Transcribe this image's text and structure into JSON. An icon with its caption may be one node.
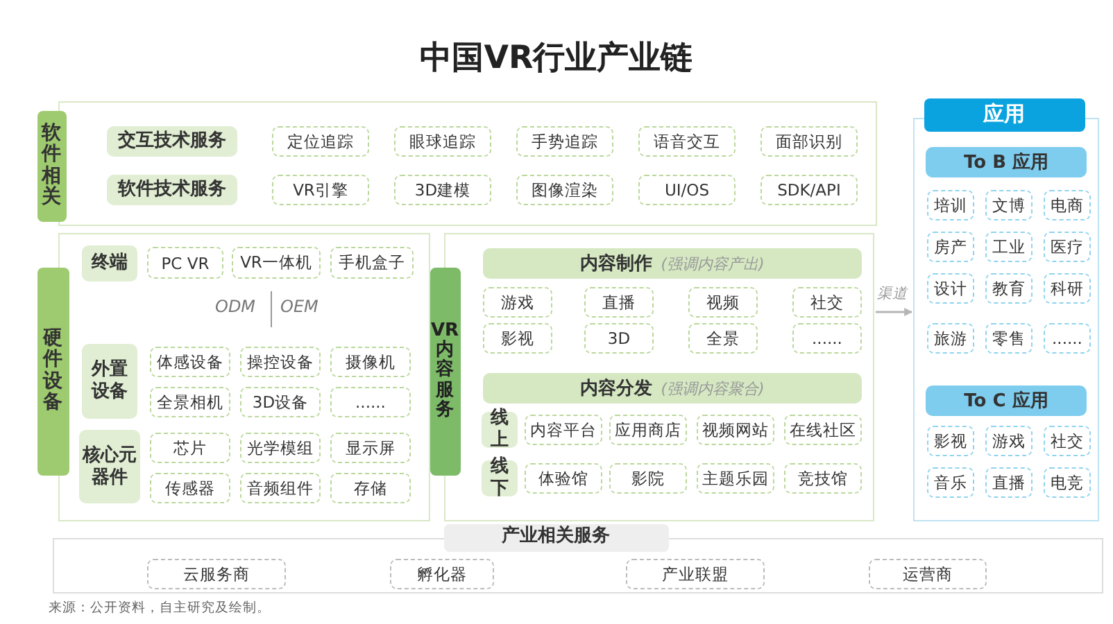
{
  "diagram": {
    "title": "中国VR行业产业链",
    "caption": "来源：公开资料，自主研究及绘制。",
    "nodes": [
      {
        "text": [
          "软件相关"
        ]
      },
      {
        "text": [
          "交互技术服务"
        ],
        "in": 0
      },
      {
        "text": [
          "定位追踪"
        ],
        "in": 0
      },
      {
        "text": [
          "眼球追踪"
        ],
        "in": 0
      },
      {
        "text": [
          "手势追踪"
        ],
        "in": 0
      },
      {
        "text": [
          "语音交互"
        ],
        "in": 0
      },
      {
        "text": [
          "面部识别"
        ],
        "in": 0
      },
      {
        "text": [
          "软件技术服务"
        ],
        "in": 0
      },
      {
        "text": [
          "VR引擎"
        ],
        "in": 0
      },
      {
        "text": [
          "3D建模"
        ],
        "in": 0
      },
      {
        "text": [
          "图像渲染"
        ],
        "in": 0
      },
      {
        "text": [
          "UI/OS"
        ],
        "in": 0
      },
      {
        "text": [
          "SDK/API"
        ],
        "in": 0
      },
      {
        "text": [
          "硬件设备"
        ]
      },
      {
        "text": [
          "终端"
        ],
        "in": 13
      },
      {
        "text": [
          "PC VR"
        ],
        "in": 13
      },
      {
        "text": [
          "VR一体机"
        ],
        "in": 13
      },
      {
        "text": [
          "手机盒子"
        ],
        "in": 13
      },
      {
        "text": [
          "外置设备"
        ],
        "in": 13
      },
      {
        "text": [
          "体感设备"
        ],
        "in": 13
      },
      {
        "text": [
          "操控设备"
        ],
        "in": 13
      },
      {
        "text": [
          "摄像机"
        ],
        "in": 13
      },
      {
        "text": [
          "全景相机"
        ],
        "in": 13
      },
      {
        "text": [
          "3D设备"
        ],
        "in": 13
      },
      {
        "text": [
          "......"
        ],
        "in": 13
      },
      {
        "text": [
          "核心元器件"
        ],
        "in": 13
      },
      {
        "text": [
          "芯片"
        ],
        "in": 13
      },
      {
        "text": [
          "光学模组"
        ],
        "in": 13
      },
      {
        "text": [
          "显示屏"
        ],
        "in": 13
      },
      {
        "text": [
          "传感器"
        ],
        "in": 13
      },
      {
        "text": [
          "音频组件"
        ],
        "in": 13
      },
      {
        "text": [
          "存储"
        ],
        "in": 13
      },
      {
        "text": [
          "VR内容服务"
        ]
      },
      {
        "text": [
          "内容制作",
          "(强调内容产出)"
        ],
        "in": 32
      },
      {
        "text": [
          "游戏"
        ],
        "in": 32
      },
      {
        "text": [
          "直播"
        ],
        "in": 32
      },
      {
        "text": [
          "视频"
        ],
        "in": 32
      },
      {
        "text": [
          "社交"
        ],
        "in": 32
      },
      {
        "text": [
          "影视"
        ],
        "in": 32
      },
      {
        "text": [
          "3D"
        ],
        "in": 32
      },
      {
        "text": [
          "全景"
        ],
        "in": 32
      },
      {
        "text": [
          "......"
        ],
        "in": 32
      },
      {
        "text": [
          "内容分发",
          "(强调内容聚合)"
        ],
        "in": 32
      },
      {
        "text": [
          "线上"
        ],
        "in": 32
      },
      {
        "text": [
          "内容平台"
        ],
        "in": 32
      },
      {
        "text": [
          "应用商店"
        ],
        "in": 32
      },
      {
        "text": [
          "视频网站"
        ],
        "in": 32
      },
      {
        "text": [
          "在线社区"
        ],
        "in": 32
      },
      {
        "text": [
          "线下"
        ],
        "in": 32
      },
      {
        "text": [
          "体验馆"
        ],
        "in": 32
      },
      {
        "text": [
          "影院"
        ],
        "in": 32
      },
      {
        "text": [
          "主题乐园"
        ],
        "in": 32
      },
      {
        "text": [
          "竞技馆"
        ],
        "in": 32
      },
      {
        "text": [
          "应用"
        ]
      },
      {
        "text": [
          "To B 应用"
        ],
        "in": 53
      },
      {
        "text": [
          "培训"
        ],
        "in": 53
      },
      {
        "text": [
          "文博"
        ],
        "in": 53
      },
      {
        "text": [
          "电商"
        ],
        "in": 53
      },
      {
        "text": [
          "房产"
        ],
        "in": 53
      },
      {
        "text": [
          "工业"
        ],
        "in": 53
      },
      {
        "text": [
          "医疗"
        ],
        "in": 53
      },
      {
        "text": [
          "设计"
        ],
        "in": 53
      },
      {
        "text": [
          "教育"
        ],
        "in": 53
      },
      {
        "text": [
          "科研"
        ],
        "in": 53
      },
      {
        "text": [
          "旅游"
        ],
        "in": 53
      },
      {
        "text": [
          "零售"
        ],
        "in": 53
      },
      {
        "text": [
          "......"
        ],
        "in": 53
      },
      {
        "text": [
          "To C 应用"
        ],
        "in": 53
      },
      {
        "text": [
          "影视"
        ],
        "in": 53
      },
      {
        "text": [
          "游戏"
        ],
        "in": 53
      },
      {
        "text": [
          "社交"
        ],
        "in": 53
      },
      {
        "text": [
          "音乐"
        ],
        "in": 53
      },
      {
        "text": [
          "直播"
        ],
        "in": 53
      },
      {
        "text": [
          "电竞"
        ],
        "in": 53
      },
      {
        "text": [
          "产业相关服务"
        ]
      },
      {
        "text": [
          "云服务商"
        ],
        "in": 74
      },
      {
        "text": [
          "孵化器"
        ],
        "in": 74
      },
      {
        "text": [
          "产业联盟"
        ],
        "in": 74
      },
      {
        "text": [
          "运营商"
        ],
        "in": 74
      }
    ],
    "edges": [
      {
        "from": 32,
        "to": 53,
        "arrow": "to",
        "label": "渠道"
      }
    ],
    "labels": [
      "ODM",
      "OEM"
    ]
  }
}
